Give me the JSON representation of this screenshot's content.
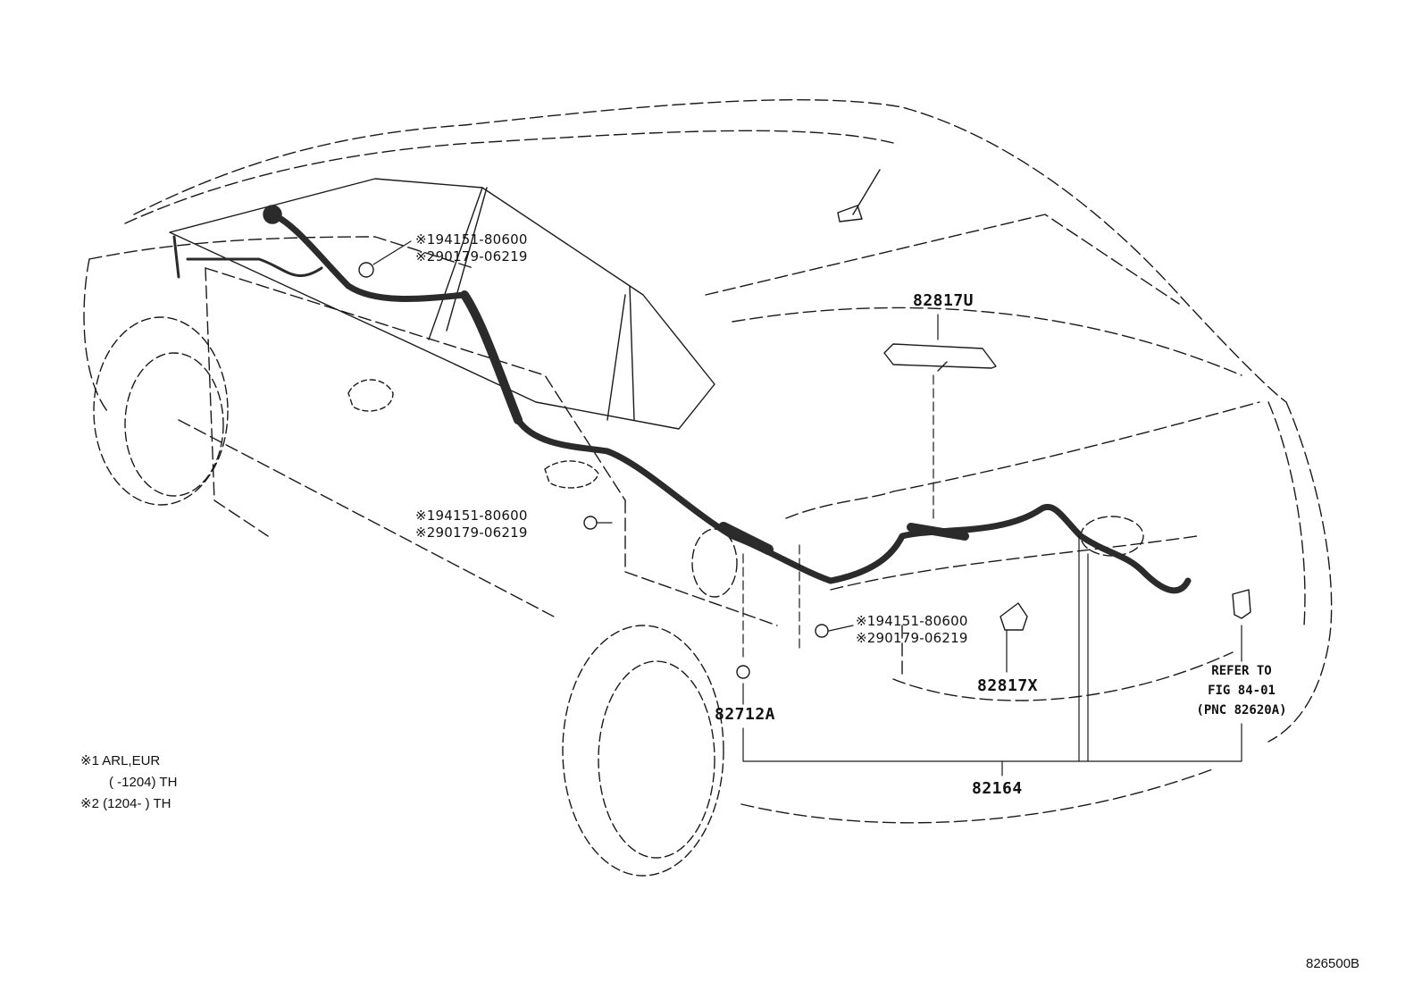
{
  "parts": {
    "p82817U": "82817U",
    "p82817X": "82817X",
    "p82712A": "82712A",
    "p82164": "82164"
  },
  "clip_groups": [
    {
      "line1": "※194151-80600",
      "line2": "※290179-06219"
    },
    {
      "line1": "※194151-80600",
      "line2": "※290179-06219"
    },
    {
      "line1": "※194151-80600",
      "line2": "※290179-06219"
    }
  ],
  "refer": {
    "line1": "REFER TO",
    "line2": "FIG 84-01",
    "line3": "(PNC 82620A)"
  },
  "footnotes": {
    "n1_line1": "※1 ARL,EUR",
    "n1_line2": "(       -1204) TH",
    "n2_line1": "※2 (1204-        ) TH"
  },
  "figure_id": "826500B",
  "colors": {
    "line": "#1a1a1a",
    "harness": "#2b2b2b",
    "background": "#ffffff"
  }
}
